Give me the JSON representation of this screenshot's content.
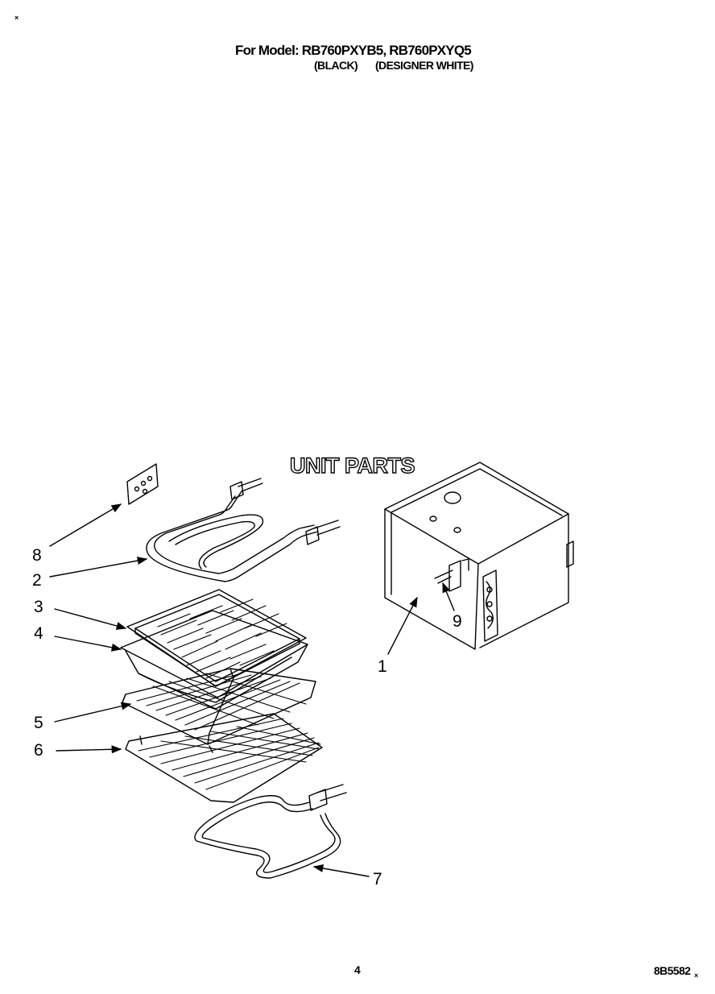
{
  "header": {
    "model_line": "For Model: RB760PXYB5, RB760PXYQ5",
    "variant_black": "(BLACK)",
    "variant_white": "(DESIGNER WHITE)"
  },
  "section_title": "UNIT PARTS",
  "callouts": [
    "1",
    "2",
    "3",
    "4",
    "5",
    "6",
    "7",
    "8",
    "9"
  ],
  "footer": {
    "page_number": "4",
    "doc_code": "8B5582"
  },
  "marks": {
    "corner_mark": "×"
  }
}
